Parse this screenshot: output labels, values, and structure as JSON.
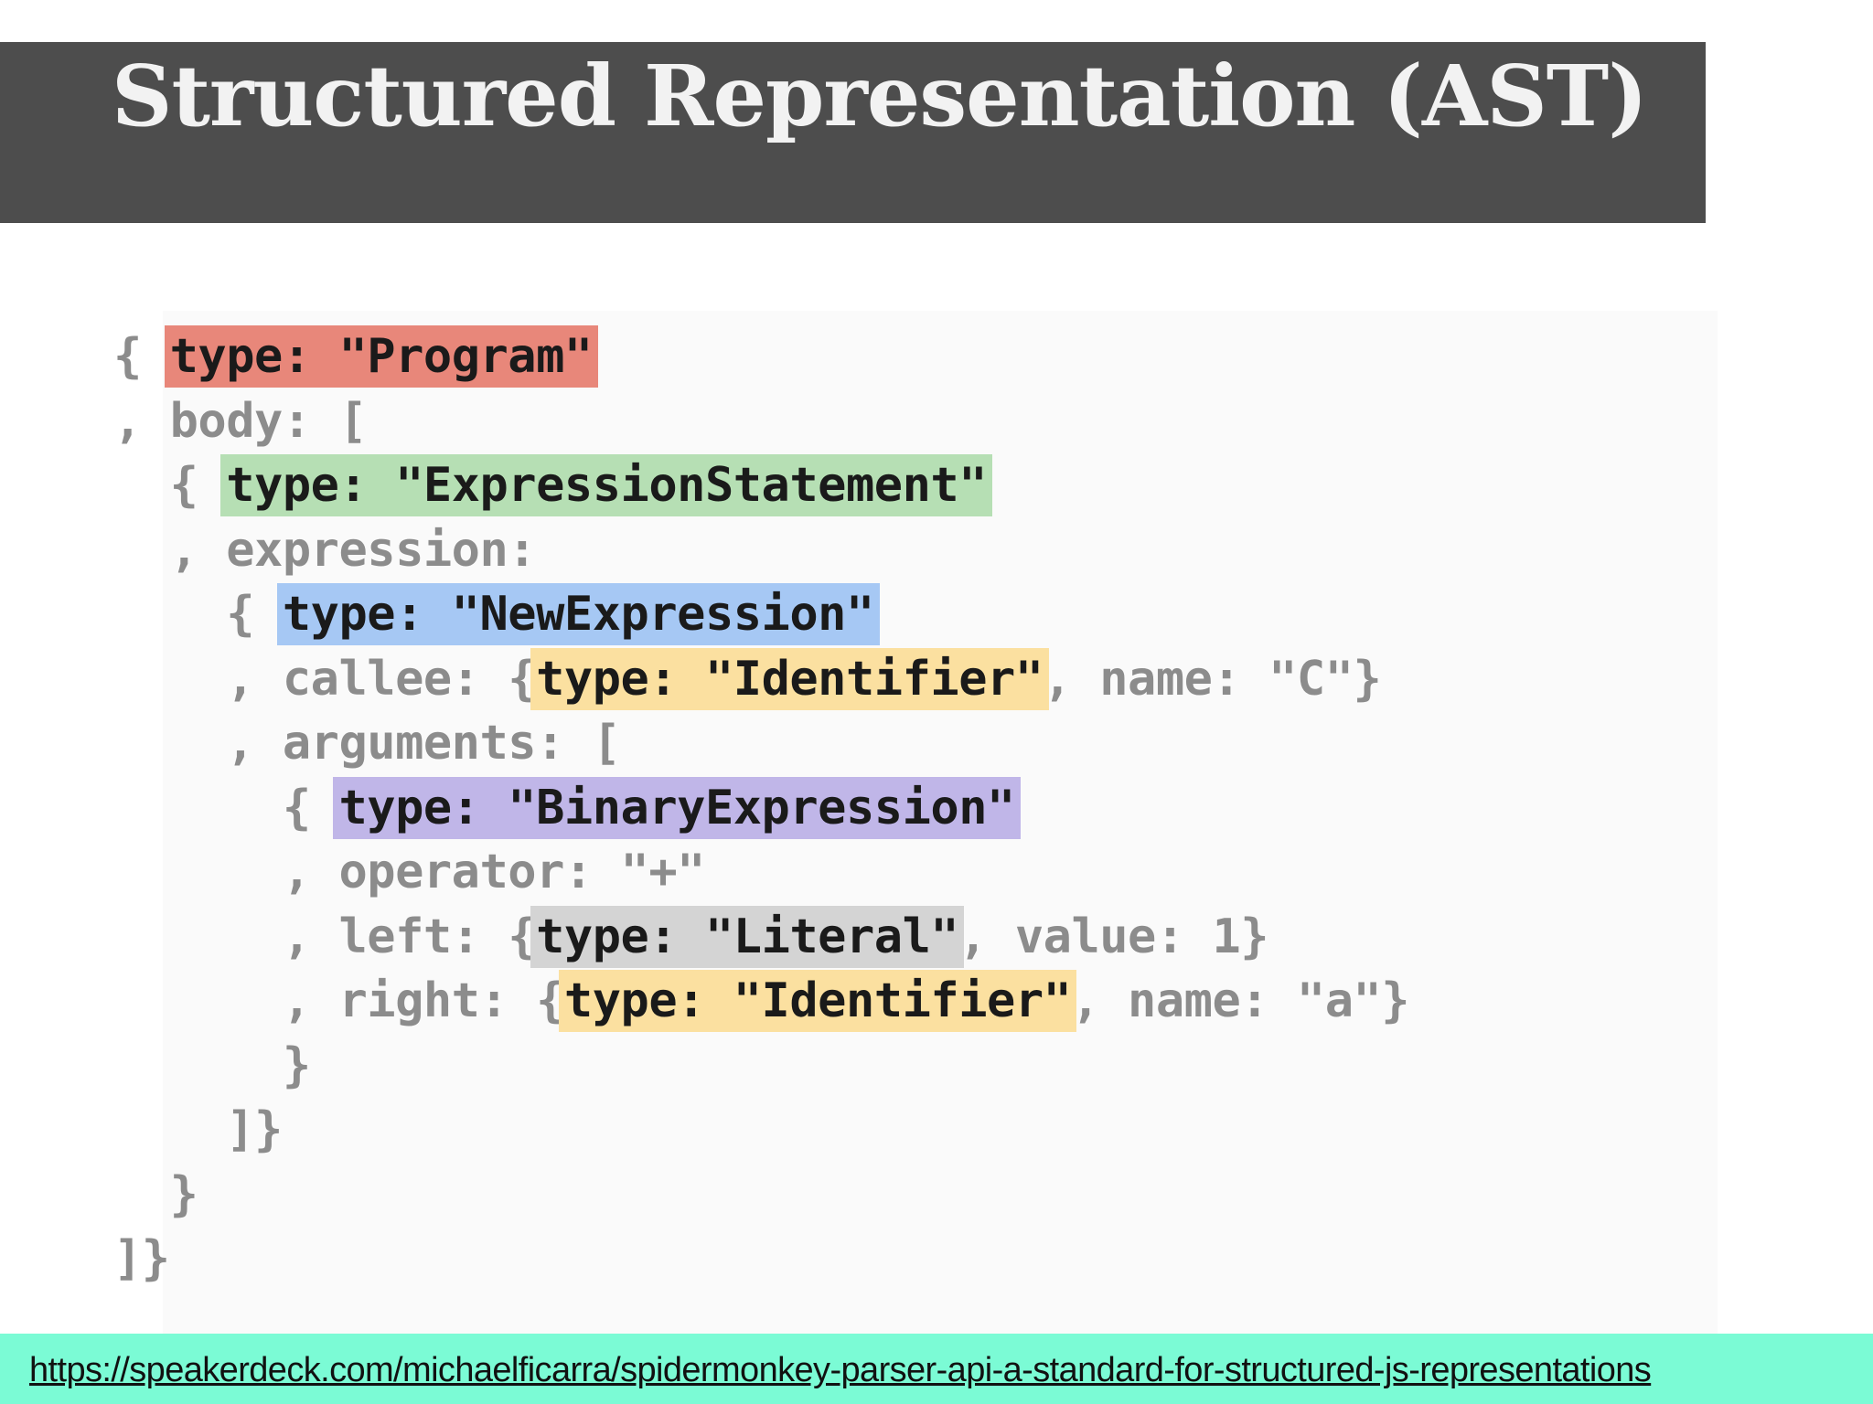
{
  "slide": {
    "title": "Structured Representation (AST)"
  },
  "colors": {
    "title_bar": "#4d4d4d",
    "program": "#e8877a",
    "expression_statement": "#b6dfb4",
    "new_expression": "#a6c8f4",
    "identifier": "#fbe0a0",
    "binary_expression": "#c0b6e8",
    "literal": "#d4d4d4",
    "footer": "#7bfbd5"
  },
  "code": {
    "lines": [
      [
        {
          "t": "{ "
        },
        {
          "t": "type: \"Program\"",
          "hl": "program"
        }
      ],
      [
        {
          "t": ", body: ["
        }
      ],
      [
        {
          "t": "  { "
        },
        {
          "t": "type: \"ExpressionStatement\"",
          "hl": "expression_statement"
        }
      ],
      [
        {
          "t": "  , expression:"
        }
      ],
      [
        {
          "t": "    { "
        },
        {
          "t": "type: \"NewExpression\"",
          "hl": "new_expression"
        }
      ],
      [
        {
          "t": "    , callee: {"
        },
        {
          "t": "type: \"Identifier\"",
          "hl": "identifier"
        },
        {
          "t": ", name: \"C\"}"
        }
      ],
      [
        {
          "t": "    , arguments: ["
        }
      ],
      [
        {
          "t": "      { "
        },
        {
          "t": "type: \"BinaryExpression\"",
          "hl": "binary_expression"
        }
      ],
      [
        {
          "t": "      , operator: \"+\""
        }
      ],
      [
        {
          "t": "      , left: {"
        },
        {
          "t": "type: \"Literal\"",
          "hl": "literal"
        },
        {
          "t": ", value: 1}"
        }
      ],
      [
        {
          "t": "      , right: {"
        },
        {
          "t": "type: \"Identifier\"",
          "hl": "identifier"
        },
        {
          "t": ", name: \"a\"}"
        }
      ],
      [
        {
          "t": "      }"
        }
      ],
      [
        {
          "t": "    ]}"
        }
      ],
      [
        {
          "t": "  }"
        }
      ],
      [
        {
          "t": "]}"
        }
      ]
    ]
  },
  "footer": {
    "url": "https://speakerdeck.com/michaelficarra/spidermonkey-parser-api-a-standard-for-structured-js-representations"
  }
}
